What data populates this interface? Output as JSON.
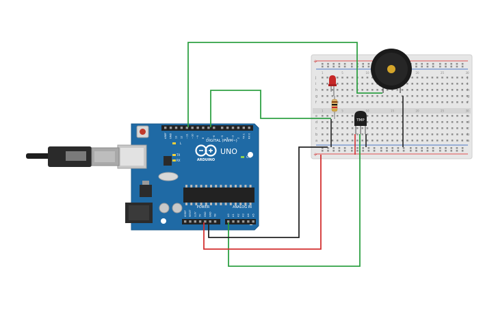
{
  "arduino": {
    "brand_text": "ARDUINO",
    "model_text": "UNO",
    "digital_header_label": "DIGITAL (PWM~)",
    "power_header_label": "POWER",
    "analog_header_label": "ANALOG IN",
    "on_label": "ON",
    "tx_label": "TX",
    "rx_label": "RX",
    "l_label": "L",
    "digital_pins": [
      "AREF",
      "GND",
      "13",
      "12",
      "~11",
      "~10",
      "~9",
      "8",
      "7",
      "~6",
      "~5",
      "4",
      "~3",
      "2",
      "TX 1",
      "RX 0"
    ],
    "power_pins": [
      "IOREF",
      "RESET",
      "3.3V",
      "5V",
      "GND",
      "GND",
      "Vin"
    ],
    "analog_pins": [
      "A0",
      "A1",
      "A2",
      "A3",
      "A4",
      "A5"
    ]
  },
  "sensor": {
    "label": "TMP"
  },
  "breadboard": {
    "row_letters_top": [
      "j",
      "i",
      "h",
      "g",
      "f"
    ],
    "row_letters_bottom": [
      "e",
      "d",
      "c",
      "b",
      "a"
    ],
    "column_numbers": [
      "1",
      "5",
      "10",
      "15",
      "20",
      "25",
      "30"
    ]
  },
  "colors": {
    "wire_green": "#2ea043",
    "wire_red": "#d32f2f",
    "wire_black": "#222222",
    "board_blue": "#1f6aa5",
    "breadboard_bg": "#e6e6e6",
    "rail_red": "#e05050",
    "rail_blue": "#4a78c8"
  }
}
